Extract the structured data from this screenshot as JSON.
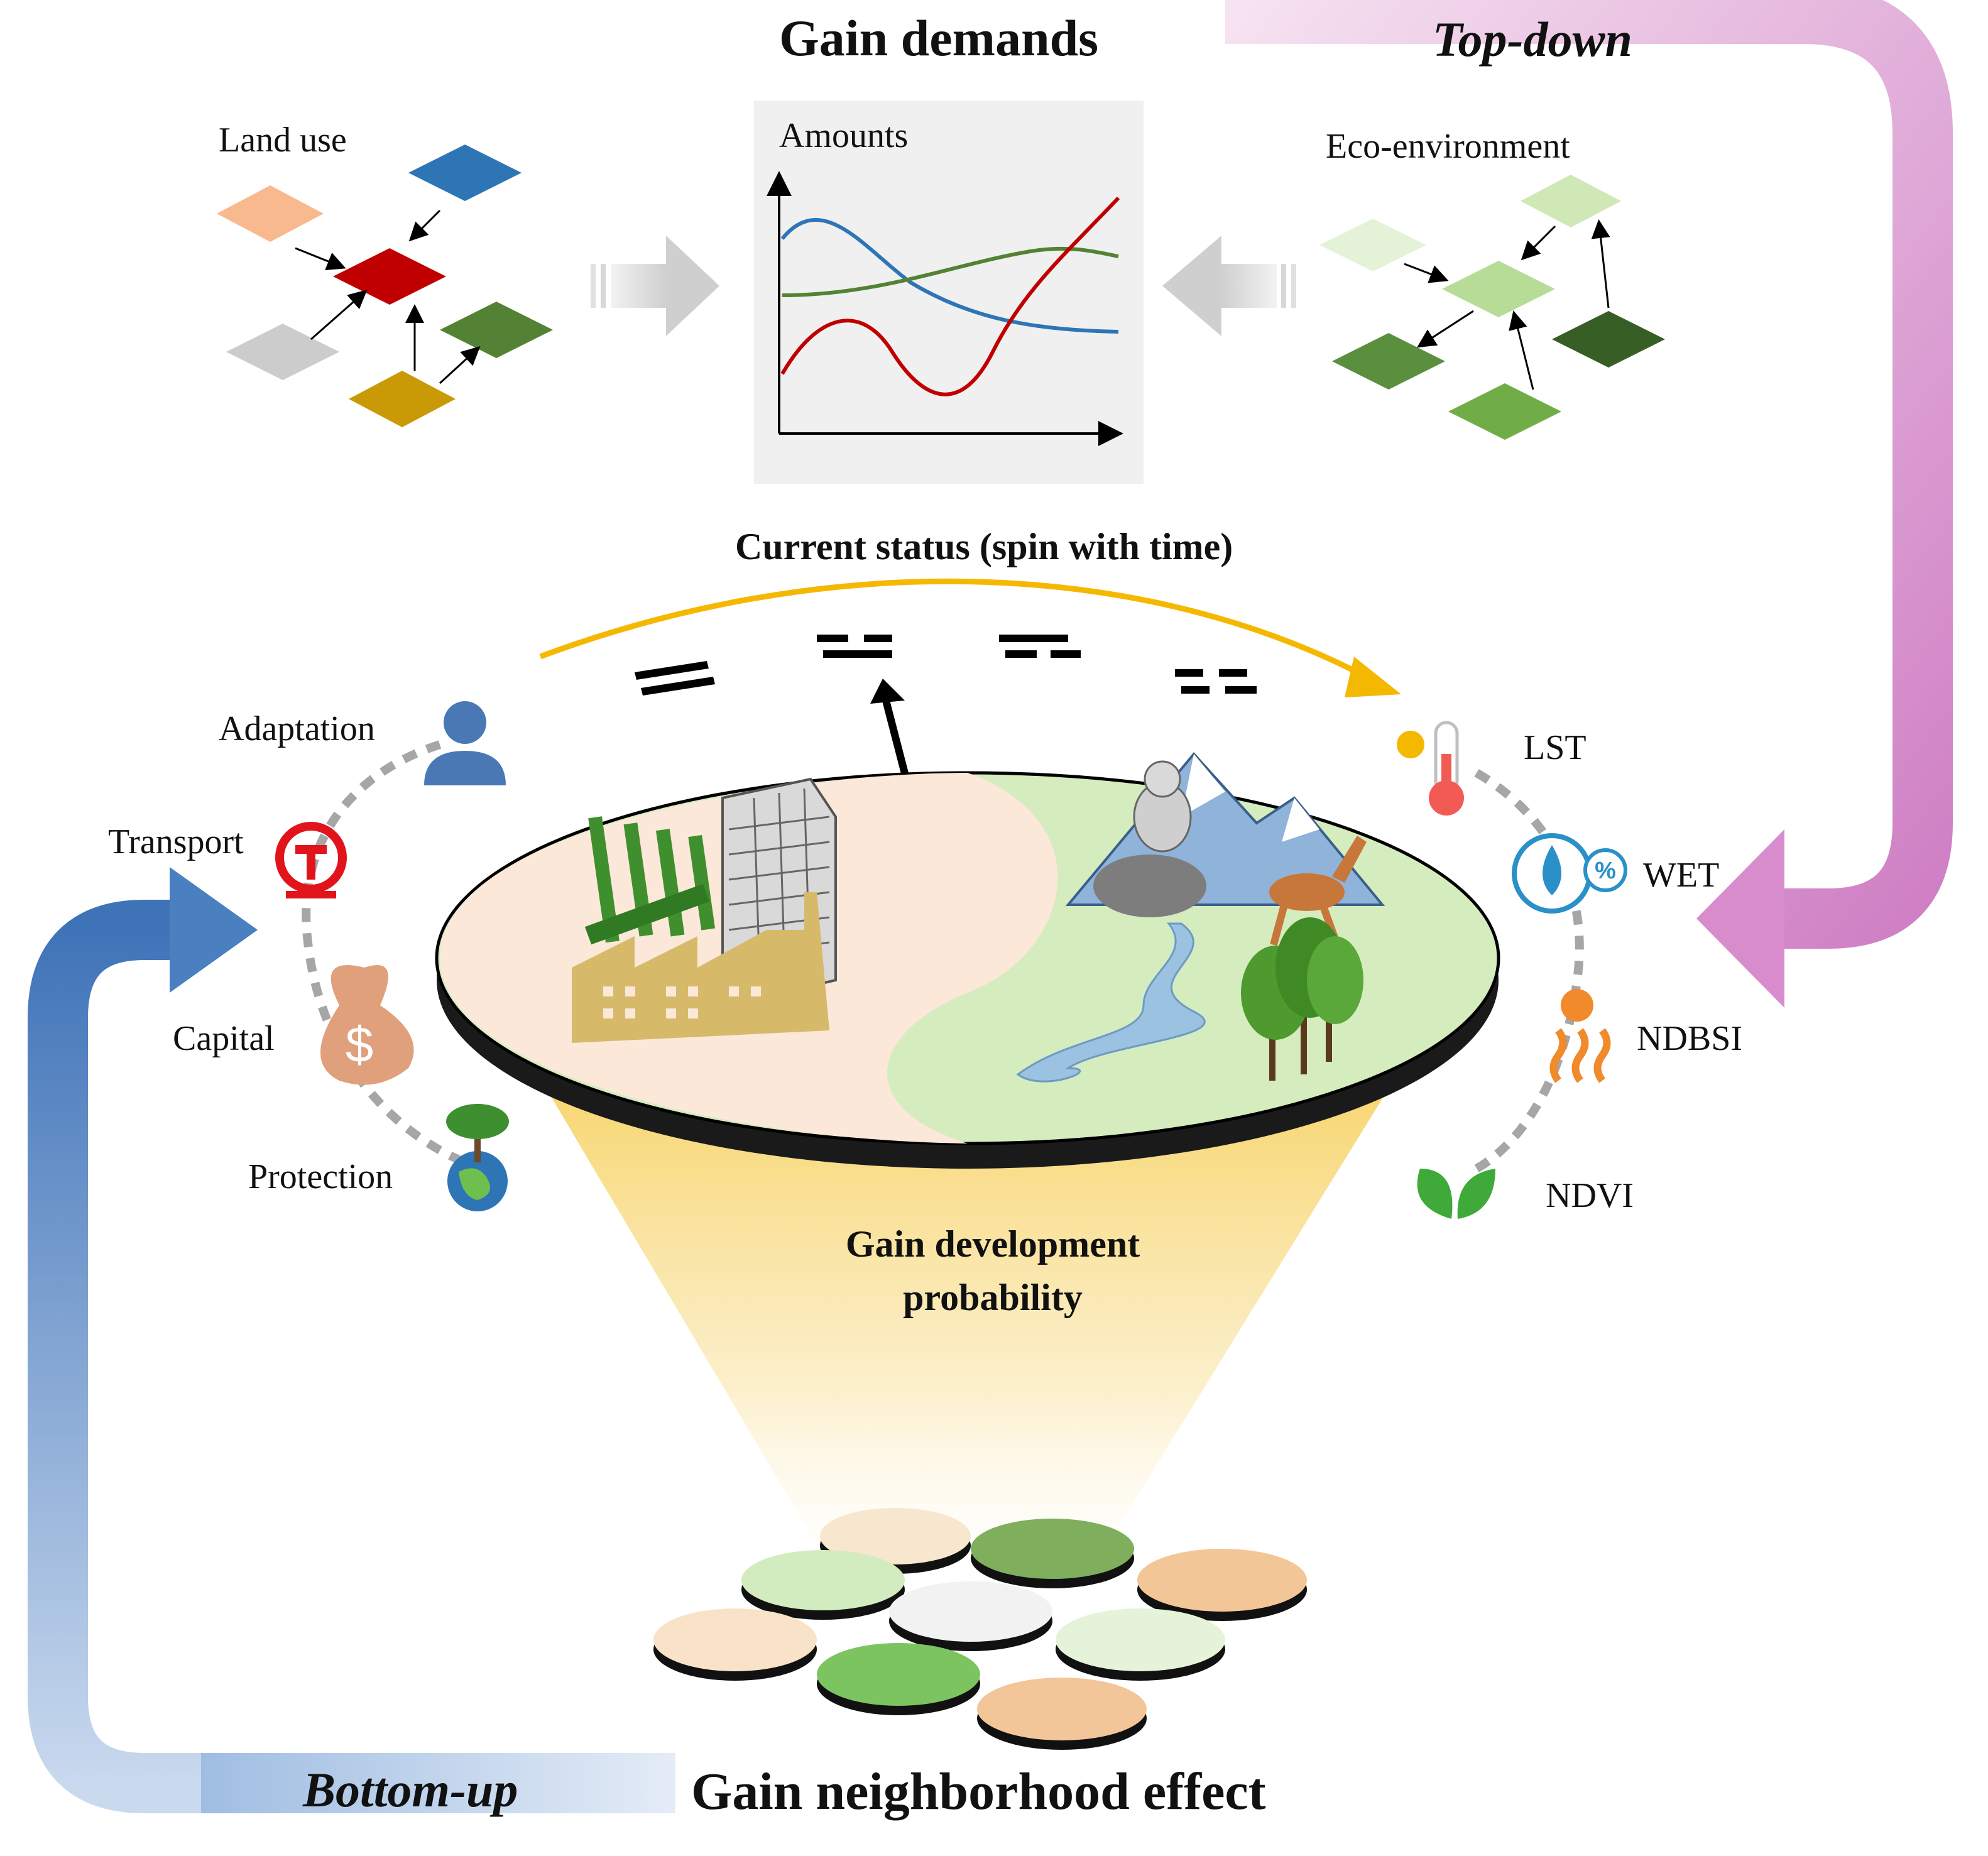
{
  "titles": {
    "gain_demands": "Gain demands",
    "top_down": "Top-down",
    "bottom_up": "Bottom-up",
    "gain_neighborhood_effect": "Gain neighborhood effect",
    "current_status": "Current status (spin with time)",
    "gain_development_line1": "Gain development",
    "gain_development_line2": "probability"
  },
  "panels": {
    "land_use": "Land use",
    "amounts": "Amounts",
    "eco_environment": "Eco-environment"
  },
  "left_factors": {
    "adaptation": "Adaptation",
    "transport": "Transport",
    "capital": "Capital",
    "protection": "Protection"
  },
  "right_factors": {
    "lst": "LST",
    "wet": "WET",
    "ndbsi": "NDBSI",
    "ndvi": "NDVI"
  },
  "icons": {
    "wet_badge": "%",
    "capital_symbol": "$"
  },
  "colors": {
    "top_down_arrow": "#d98ccc",
    "bottom_up_arrow": "#4a7fc0",
    "current_status_arrow": "#f5b800",
    "land_use_red": "#c00000",
    "land_use_blue": "#2e75b6",
    "land_use_green": "#548235",
    "curve_red": "#c00000",
    "curve_blue": "#2e75b6",
    "curve_green": "#548235"
  }
}
